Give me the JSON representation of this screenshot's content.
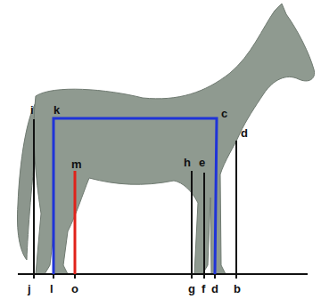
{
  "diagram": {
    "labels": [
      "i",
      "k",
      "c",
      "d",
      "m",
      "h",
      "e",
      "j",
      "l",
      "o",
      "g",
      "f",
      "d",
      "b"
    ]
  }
}
